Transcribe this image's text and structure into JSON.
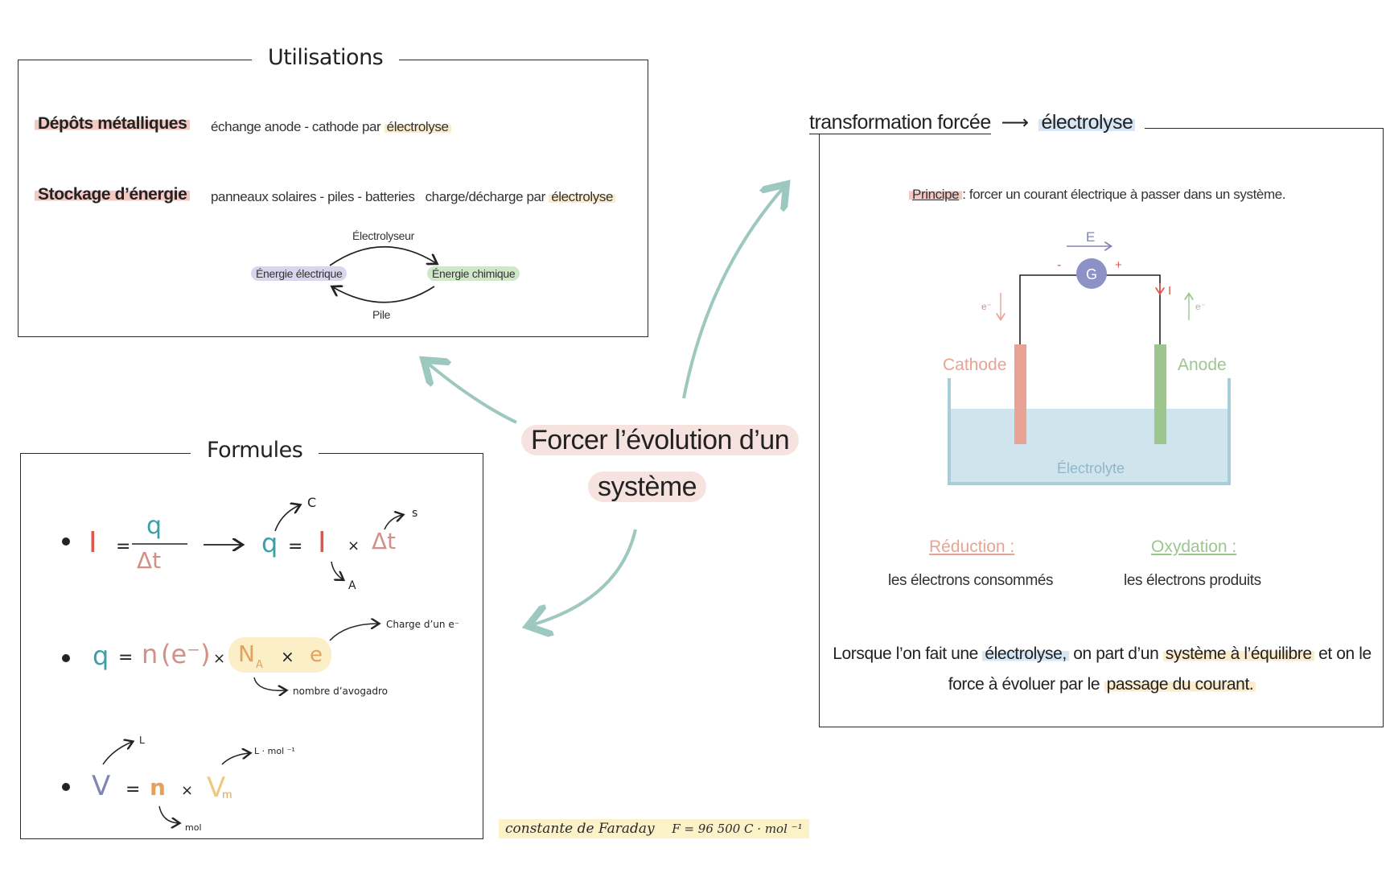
{
  "center": {
    "line1": "Forcer l’évolution d’un",
    "line2": "système"
  },
  "utilisations": {
    "title": "Utilisations",
    "row1": {
      "label": "Dépôts métalliques",
      "text": "échange anode - cathode par",
      "hl": "électrolyse"
    },
    "row2": {
      "label": "Stockage d’énergie",
      "text1": "panneaux solaires - piles - batteries",
      "text2": "charge/décharge par",
      "hl": "électrolyse"
    },
    "cycle": {
      "top": "Électrolyseur",
      "bottom": "Pile",
      "left": "Énergie électrique",
      "right": "Énergie chimique"
    }
  },
  "formules": {
    "title": "Formules",
    "f1": {
      "I": "I",
      "eq": "=",
      "num": "q",
      "den": "Δt",
      "q": "q",
      "I2": "I",
      "times": "×",
      "dt": "Δt",
      "u_q": "C",
      "u_t": "s",
      "u_I": "A"
    },
    "f2": {
      "q": "q",
      "eq": "=",
      "n": "n",
      "e_minus": "(e⁻)",
      "times": "×",
      "NA": "N",
      "NA_sub": "A",
      "times2": "×",
      "e": "e",
      "note_e": "Charge d’un e⁻",
      "note_NA": "nombre d’avogadro"
    },
    "f3": {
      "V": "V",
      "eq": "=",
      "n": "n",
      "times": "×",
      "Vm": "V",
      "Vm_sub": "m",
      "u_V": "L",
      "u_Vm": "L · mol ⁻¹",
      "u_n": "mol"
    }
  },
  "faraday": {
    "label": "constante de Faraday",
    "value": "F = 96 500 C · mol ⁻¹"
  },
  "electrolyse": {
    "title_left": "transformation forcée",
    "arrow": "⟶",
    "title_right": "électrolyse",
    "principe_label": "Principe",
    "principe_text": ": forcer un courant électrique à passer dans un système.",
    "diagram": {
      "E": "E",
      "G": "G",
      "minus": "-",
      "plus": "+",
      "e_left": "e⁻",
      "I": "I",
      "e_right": "e⁻",
      "cathode": "Cathode",
      "anode": "Anode",
      "electrolyte": "Électrolyte"
    },
    "reduction_title": "Réduction :",
    "reduction_text": "les électrons consommés",
    "oxydation_title": "Oxydation :",
    "oxydation_text": "les électrons produits",
    "conclusion": {
      "p1": "Lorsque l’on fait une",
      "hl1": "électrolyse,",
      "p2": "on part d’un",
      "hl2": "système à l’équilibre",
      "p3": "et on le",
      "p4": "force à évoluer par le",
      "hl3": "passage du courant."
    }
  },
  "colors": {
    "arrow": "#9cc8bf",
    "red": "#e0564d",
    "teal": "#3a9fa8",
    "pink": "#d19188",
    "yellow": "#f1c97e",
    "purple": "#8085b6",
    "orange": "#e3a15d",
    "cathode": "#e9a394",
    "anode": "#9cc68e",
    "electrolyte": "#cfe4ec"
  }
}
